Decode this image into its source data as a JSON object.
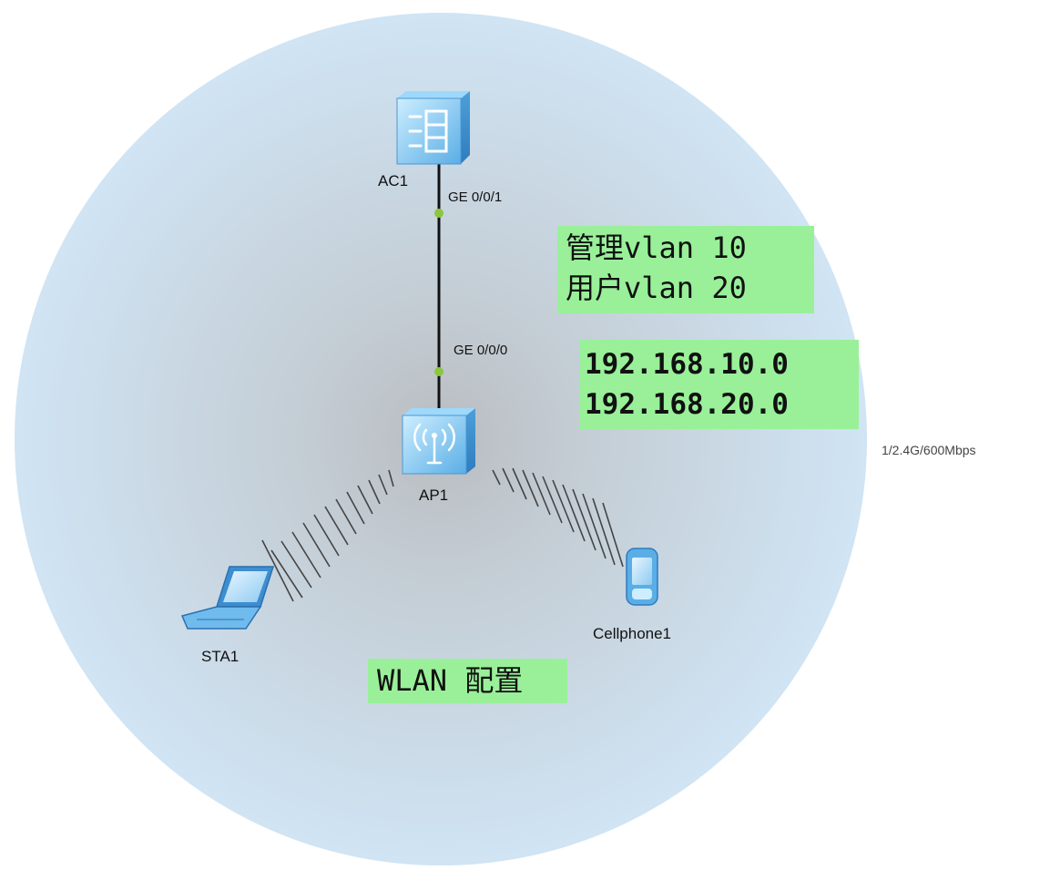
{
  "devices": {
    "ac": {
      "label": "AC1",
      "icon": "ac-controller-icon"
    },
    "ap": {
      "label": "AP1",
      "icon": "wireless-ap-icon"
    },
    "sta": {
      "label": "STA1",
      "icon": "laptop-icon"
    },
    "phone": {
      "label": "Cellphone1",
      "icon": "cellphone-icon"
    }
  },
  "link": {
    "ac_port": "GE 0/0/1",
    "ap_port": "GE 0/0/0"
  },
  "radio_info": "1/2.4G/600Mbps",
  "notes": {
    "vlan": [
      "管理vlan 10",
      "用户vlan 20"
    ],
    "subnets": [
      "192.168.10.0",
      "192.168.20.0"
    ],
    "title": "WLAN 配置"
  },
  "colors": {
    "coverage_edge": "#cfe3f3",
    "coverage_center": "#b9bcc0",
    "note_bg": "#99f099",
    "device_blue": "#5aaee6",
    "link_dot": "#8cc63f"
  }
}
